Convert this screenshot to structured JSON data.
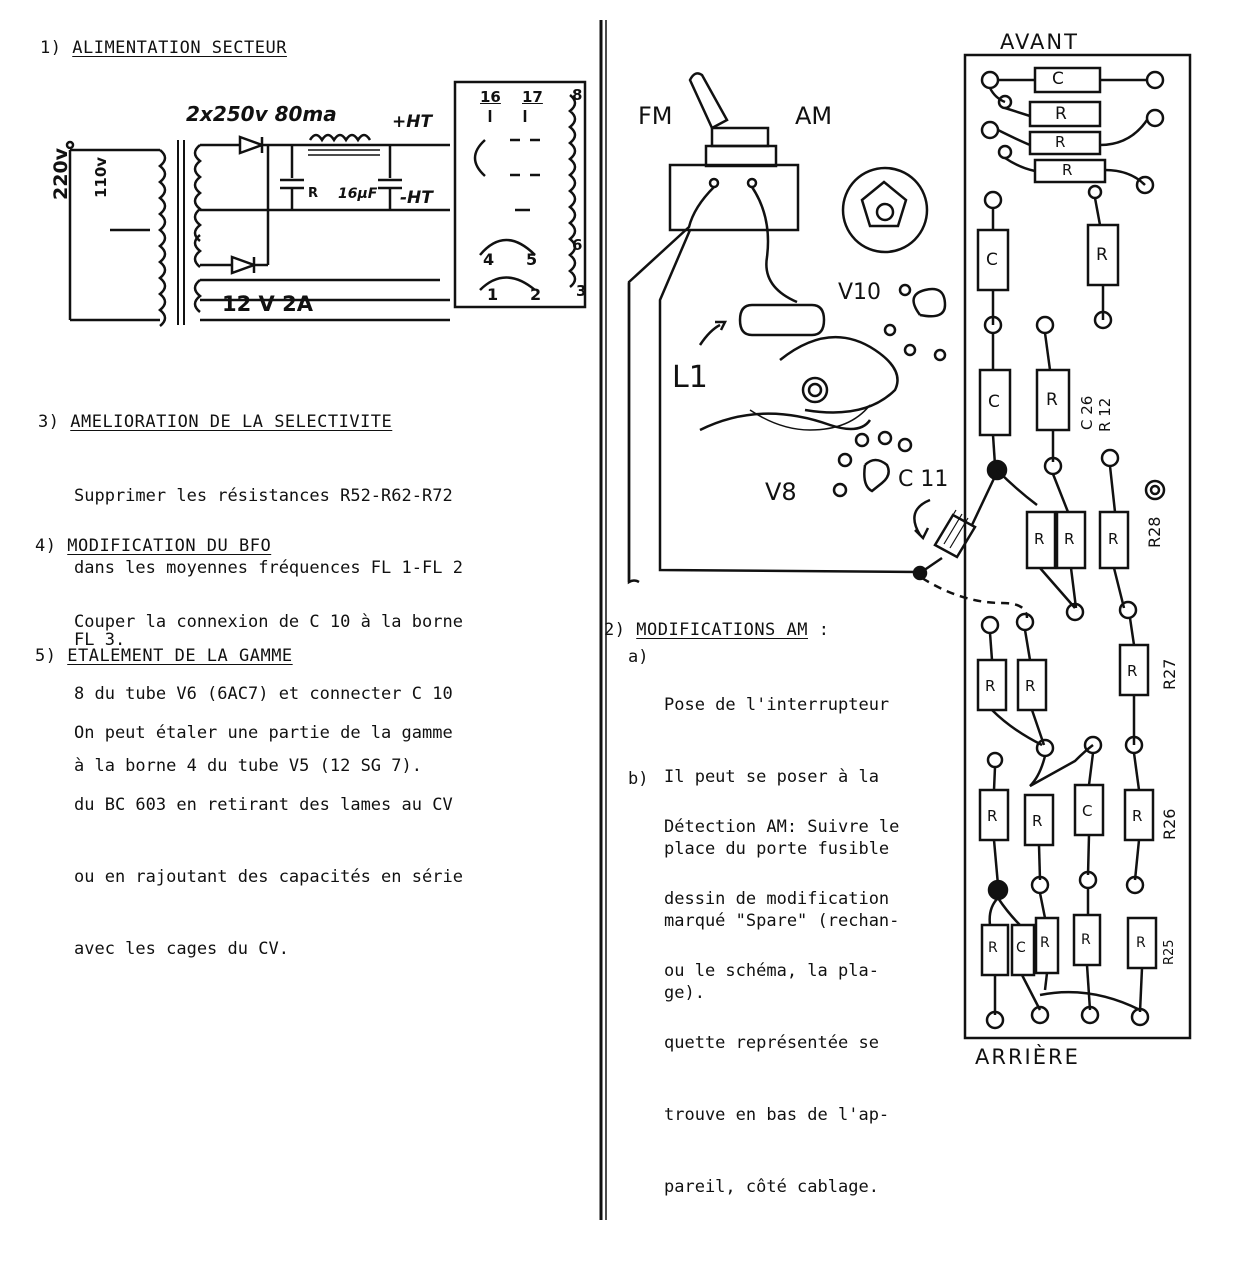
{
  "sections": {
    "s1": {
      "number": "1)",
      "title": "ALIMENTATION SECTEUR"
    },
    "s3": {
      "number": "3)",
      "title": "AMELIORATION DE LA SELECTIVITE",
      "lines": [
        "Supprimer les résistances R52-R62-R72",
        "dans les moyennes fréquences FL 1-FL 2",
        "FL 3."
      ]
    },
    "s4": {
      "number": "4)",
      "title": "MODIFICATION DU BFO",
      "lines": [
        "Couper la connexion de C 10 à la borne",
        "8 du tube V6 (6AC7) et connecter C 10",
        "à la borne 4 du tube V5 (12 SG 7)."
      ]
    },
    "s5": {
      "number": "5)",
      "title": "ETALEMENT DE LA GAMME",
      "lines": [
        "On peut étaler une partie de la gamme",
        "du BC 603 en retirant des lames au CV",
        "ou en rajoutant des capacités en série",
        "avec les cages du CV."
      ]
    },
    "s2": {
      "number": "2)",
      "title": "MODIFICATIONS AM",
      "a_label": "a)",
      "a_lines": [
        "Pose de l'interrupteur",
        "Il peut se poser à la",
        "place du porte fusible",
        "marqué \"Spare\" (rechan-",
        "ge)."
      ],
      "b_label": "b)",
      "b_lines": [
        "Détection AM: Suivre le",
        "dessin de modification",
        "ou le schéma, la pla-",
        "quette représentée se",
        "trouve en bas de l'ap-",
        "pareil, côté cablage."
      ]
    }
  },
  "power_schematic": {
    "v220": "220v",
    "v110": "110v",
    "hv": "2x250v 80ma",
    "plus_ht": "+HT",
    "minus_ht": "-HT",
    "cap": "16μF",
    "r": "R",
    "lv": "12 V 2A",
    "pins": [
      "16",
      "17",
      "8",
      "6",
      "3",
      "4",
      "5",
      "1",
      "2"
    ]
  },
  "switch_drawing": {
    "fm": "FM",
    "am": "AM",
    "l1": "L1",
    "v10": "V10",
    "v8": "V8",
    "c11": "C 11"
  },
  "board": {
    "front": "AVANT",
    "rear": "ARRIÈRE",
    "labels": {
      "c26": "C 26",
      "r12": "R 12",
      "r28": "R28",
      "r27": "R27",
      "r26": "R26",
      "r25": "R25"
    }
  }
}
